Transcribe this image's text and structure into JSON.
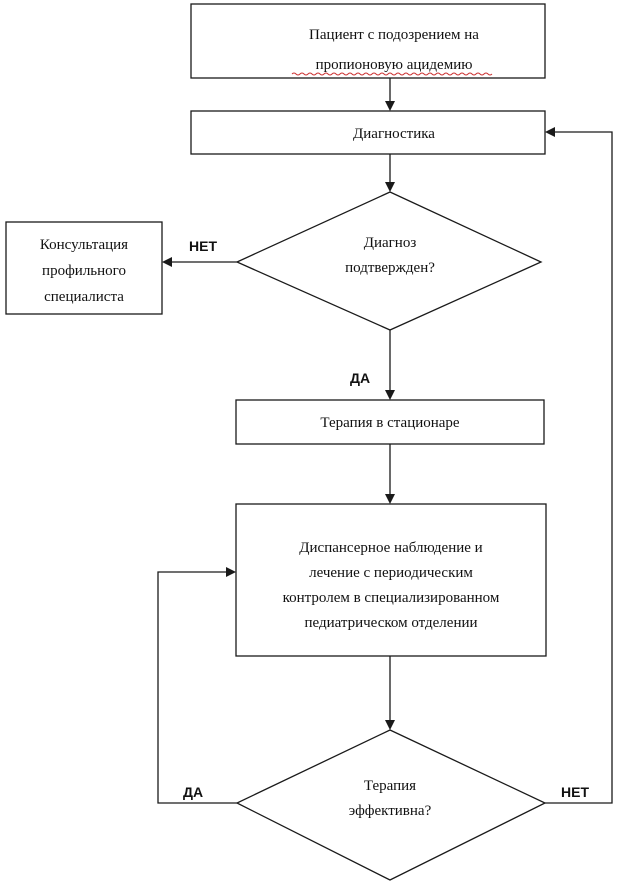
{
  "nodes": {
    "start": {
      "lines": [
        "Пациент с подозрением на",
        "пропионовую ацидемию"
      ]
    },
    "diagnostics": {
      "lines": [
        "Диагностика"
      ]
    },
    "decision_diagnosis": {
      "lines": [
        "Диагноз",
        "подтвержден?"
      ]
    },
    "consultation": {
      "lines": [
        "Консультация",
        "профильного",
        "специалиста"
      ]
    },
    "inpatient_therapy": {
      "lines": [
        "Терапия в стационаре"
      ]
    },
    "followup": {
      "lines": [
        "Диспансерное наблюдение и",
        "лечение с периодическим",
        "контролем в специализированном",
        "педиатрическом отделении"
      ]
    },
    "decision_effective": {
      "lines": [
        "Терапия",
        "эффективна?"
      ]
    }
  },
  "edge_labels": {
    "diagnosis_no": "НЕТ",
    "diagnosis_yes": "ДА",
    "effective_yes": "ДА",
    "effective_no": "НЕТ"
  }
}
